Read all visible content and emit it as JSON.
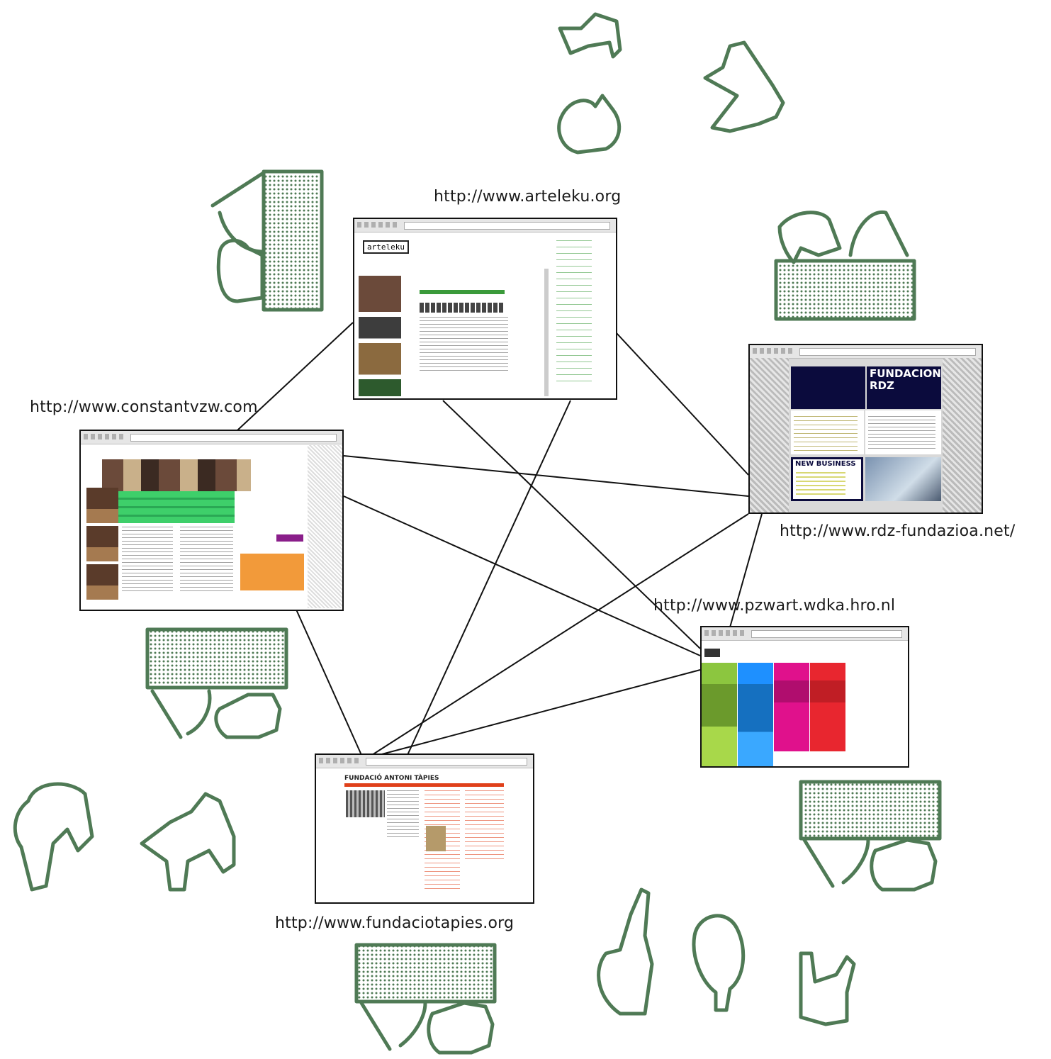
{
  "nodes": [
    {
      "id": "arteleku",
      "url": "http://www.arteleku.org"
    },
    {
      "id": "constant",
      "url": "http://www.constantvzw.com"
    },
    {
      "id": "rdz",
      "url": "http://www.rdz-fundazioa.net/"
    },
    {
      "id": "pzwart",
      "url": "http://www.pzwart.wdka.hro.nl"
    },
    {
      "id": "tapies",
      "url": "http://www.fundaciotapies.org"
    }
  ],
  "screenshots": {
    "arteleku": {
      "logo": "arteleku"
    },
    "rdz": {
      "title_line1": "FUNDACION",
      "title_line2": "RDZ",
      "banner": "NEW BUSINESS"
    },
    "tapies": {
      "title": "FUNDACIÓ ANTONI TÀPIES"
    }
  },
  "colors": {
    "figure": "#4f7a55",
    "edge": "#111111",
    "pz_green": "#8cc63f",
    "pz_blue": "#1e90ff",
    "pz_magenta": "#e0118c",
    "pz_red": "#e8262f",
    "rdz_navy": "#0b0b3d",
    "tapies_red": "#e0401a",
    "constant_green": "#3ecf6a",
    "constant_purple": "#8a1e8a"
  }
}
